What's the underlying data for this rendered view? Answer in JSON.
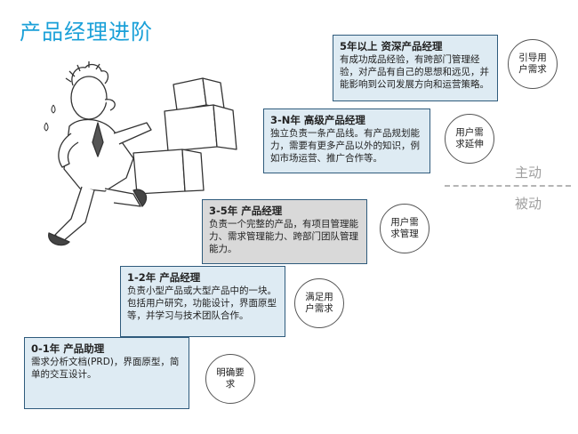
{
  "title": "产品经理进阶",
  "zones": {
    "upper": "主动",
    "lower": "被动"
  },
  "stages": [
    {
      "heading": "0-1年 产品助理",
      "body": "需求分析文档(PRD)，界面原型，简单的交互设计。",
      "circle": "明确要求"
    },
    {
      "heading": "1-2年 产品经理",
      "body": "负责小型产品或大型产品中的一块。包括用户研究，功能设计，界面原型等，并学习与技术团队合作。",
      "circle": "满足用户需求"
    },
    {
      "heading": "3-5年 产品经理",
      "body": "负责一个完整的产品，有项目管理能力、需求管理能力、跨部门团队管理能力。",
      "circle": "用户需求管理"
    },
    {
      "heading": "3-N年 高级产品经理",
      "body": "独立负责一条产品线。有产品规划能力，需要有更多产品以外的知识，例如市场运营、推广合作等。",
      "circle": "用户需求延伸"
    },
    {
      "heading": "5年以上 资深产品经理",
      "body": "有成功成品经验，有跨部门管理经验，对产品有自己的思想和远见，并能影响到公司发展方向和运营策略。",
      "circle": "引导用户需求"
    }
  ]
}
